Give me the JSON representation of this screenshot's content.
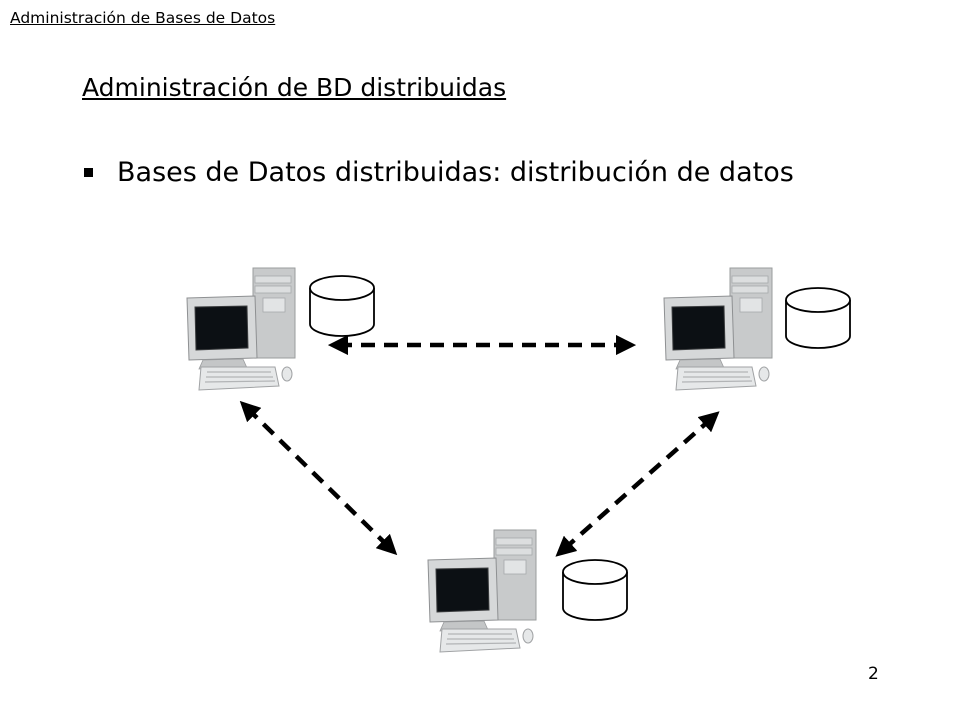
{
  "header": {
    "text": "Administración de Bases de Datos"
  },
  "slide": {
    "title": "Administración de BD distribuidas",
    "bullets": [
      "Bases de Datos distribuidas: distribución de datos"
    ],
    "page_number": "2"
  },
  "diagram": {
    "nodes": [
      {
        "id": "node-top-left",
        "icons": [
          "computer-icon",
          "database-icon"
        ]
      },
      {
        "id": "node-top-right",
        "icons": [
          "computer-icon",
          "database-icon"
        ]
      },
      {
        "id": "node-bottom",
        "icons": [
          "computer-icon",
          "database-icon"
        ]
      }
    ],
    "links": [
      {
        "from": "node-top-left",
        "to": "node-top-right",
        "style": "dashed",
        "arrows": "both"
      },
      {
        "from": "node-top-left",
        "to": "node-bottom",
        "style": "dashed",
        "arrows": "both"
      },
      {
        "from": "node-top-right",
        "to": "node-bottom",
        "style": "dashed",
        "arrows": "both"
      }
    ],
    "colors": {
      "stroke": "#000000",
      "computer_body": "#d9dbdc",
      "screen": "#0c1014"
    }
  }
}
